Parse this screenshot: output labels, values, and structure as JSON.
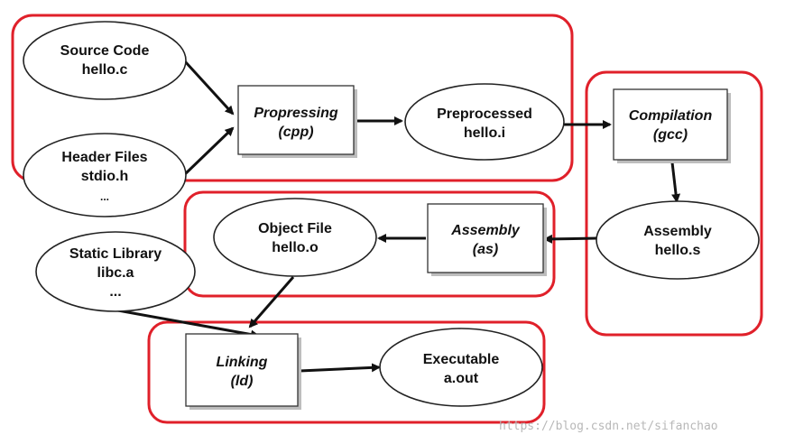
{
  "nodes": {
    "source_code": {
      "line1": "Source Code",
      "line2": "hello.c"
    },
    "header_files": {
      "line1": "Header Files",
      "line2": "stdio.h",
      "line3": "..."
    },
    "propressing": {
      "line1": "Propressing",
      "line2": "(cpp)"
    },
    "preprocessed": {
      "line1": "Preprocessed",
      "line2": "hello.i"
    },
    "compilation": {
      "line1": "Compilation",
      "line2": "(gcc)"
    },
    "assembly_file": {
      "line1": "Assembly",
      "line2": "hello.s"
    },
    "assembly_step": {
      "line1": "Assembly",
      "line2": "(as)"
    },
    "object_file": {
      "line1": "Object File",
      "line2": "hello.o"
    },
    "static_library": {
      "line1": "Static Library",
      "line2": "libc.a",
      "line3": "..."
    },
    "linking": {
      "line1": "Linking",
      "line2": "(ld)"
    },
    "executable": {
      "line1": "Executable",
      "line2": "a.out"
    }
  },
  "watermark": "https://blog.csdn.net/sifanchao",
  "colors": {
    "highlight": "#e0202a",
    "stroke": "#111111"
  }
}
